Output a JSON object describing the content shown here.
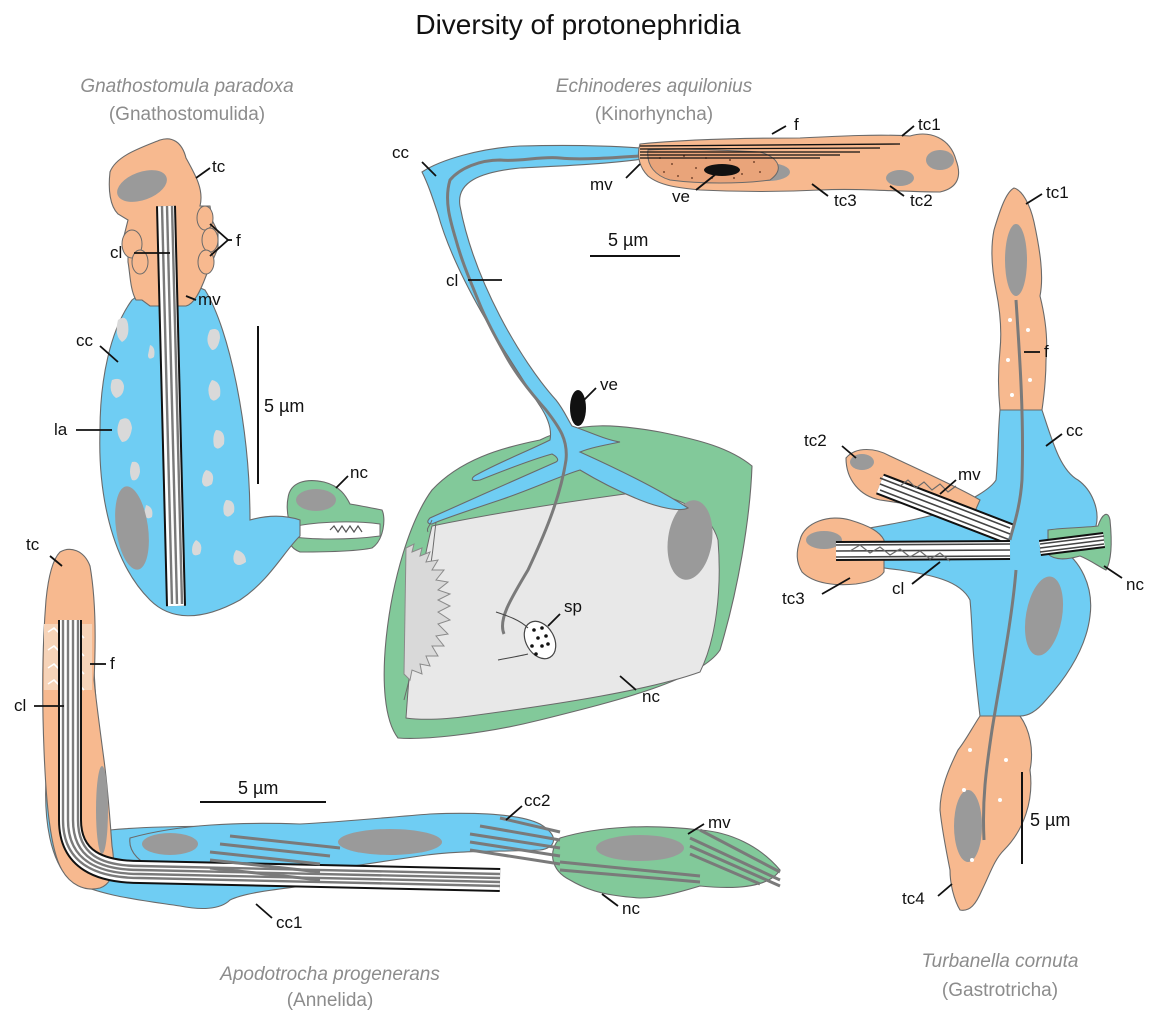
{
  "title": "Diversity of protonephridia",
  "colors": {
    "terminal_cell": "#f7b98f",
    "canal_cell": "#6fcdf3",
    "nephridiopore_cell": "#82c99a",
    "nucleus": "#9a9a9a",
    "labels": "#8c8c8c"
  },
  "panels": {
    "gnathostomula": {
      "species": "Gnathostomula paradoxa",
      "taxon": "(Gnathostomulida)",
      "scale": "5 µm",
      "labels": {
        "tc": "tc",
        "f": "f",
        "cl": "cl",
        "mv": "mv",
        "cc": "cc",
        "la": "la",
        "nc": "nc"
      }
    },
    "echinoderes": {
      "species": "Echinoderes aquilonius",
      "taxon": "(Kinorhyncha)",
      "scale": "5 µm",
      "labels": {
        "cc": "cc",
        "f": "f",
        "tc1": "tc1",
        "mv": "mv",
        "ve_top": "ve",
        "tc3": "tc3",
        "tc2": "tc2",
        "cl": "cl",
        "ve_mid": "ve",
        "sp": "sp",
        "nc": "nc"
      }
    },
    "turbanella": {
      "species": "Turbanella cornuta",
      "taxon": "(Gastrotricha)",
      "scale": "5 µm",
      "labels": {
        "tc1": "tc1",
        "f": "f",
        "tc2": "tc2",
        "cc": "cc",
        "mv": "mv",
        "tc3": "tc3",
        "cl": "cl",
        "nc": "nc",
        "tc4": "tc4"
      }
    },
    "apodotrocha": {
      "species": "Apodotrocha progenerans",
      "taxon": "(Annelida)",
      "scale": "5 µm",
      "labels": {
        "tc": "tc",
        "f": "f",
        "cl": "cl",
        "cc2": "cc2",
        "mv": "mv",
        "cc1": "cc1",
        "nc": "nc"
      }
    }
  }
}
